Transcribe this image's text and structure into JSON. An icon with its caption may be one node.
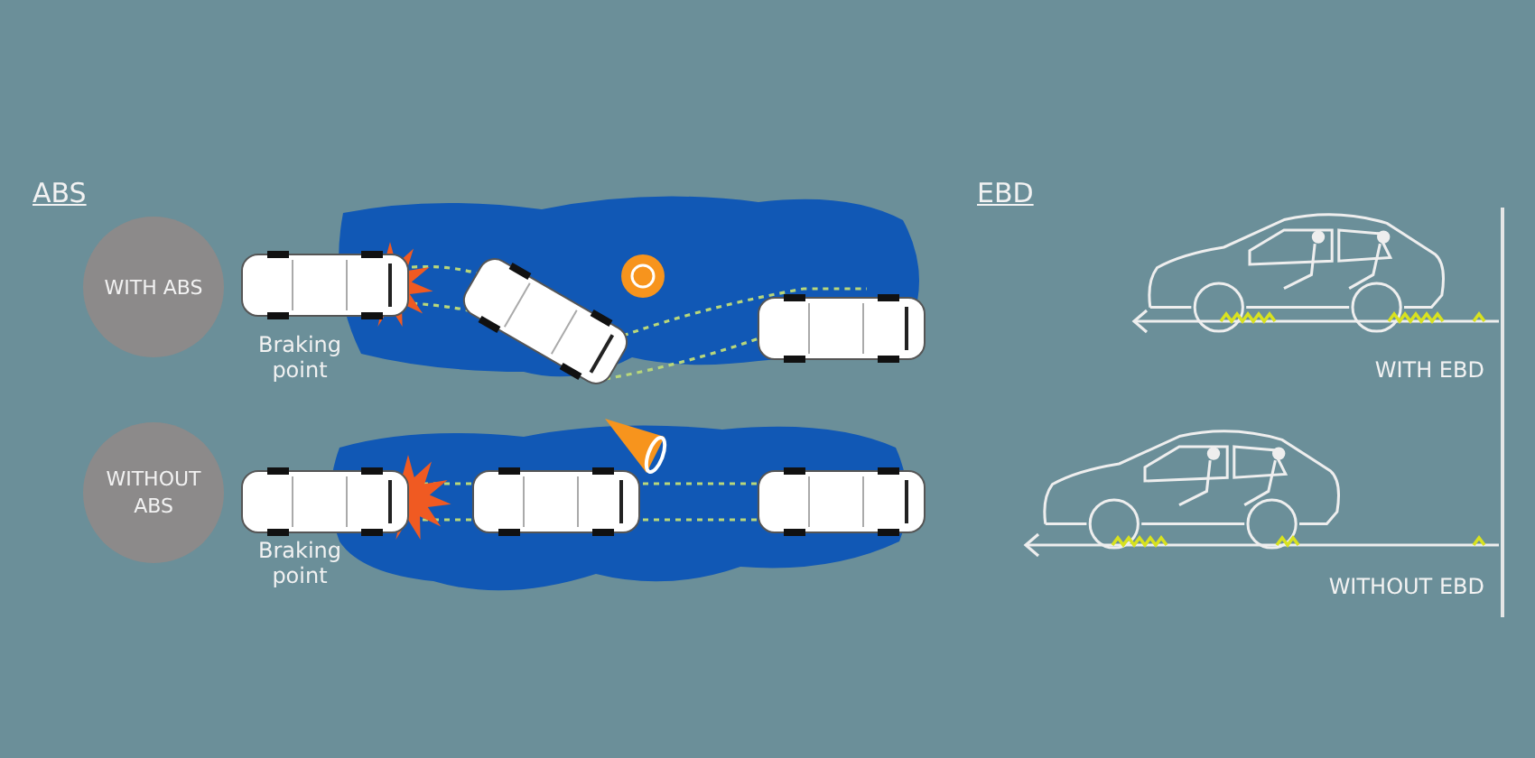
{
  "diagram": {
    "nodes": [
      {
        "text": [
          "WITH ABS"
        ]
      },
      {
        "text": [
          "WITHOUT ABS"
        ]
      }
    ],
    "labels": [
      "ABS",
      "Braking point",
      "Braking point",
      "EBD",
      "WITH EBD",
      "WITHOUT EBD"
    ]
  }
}
